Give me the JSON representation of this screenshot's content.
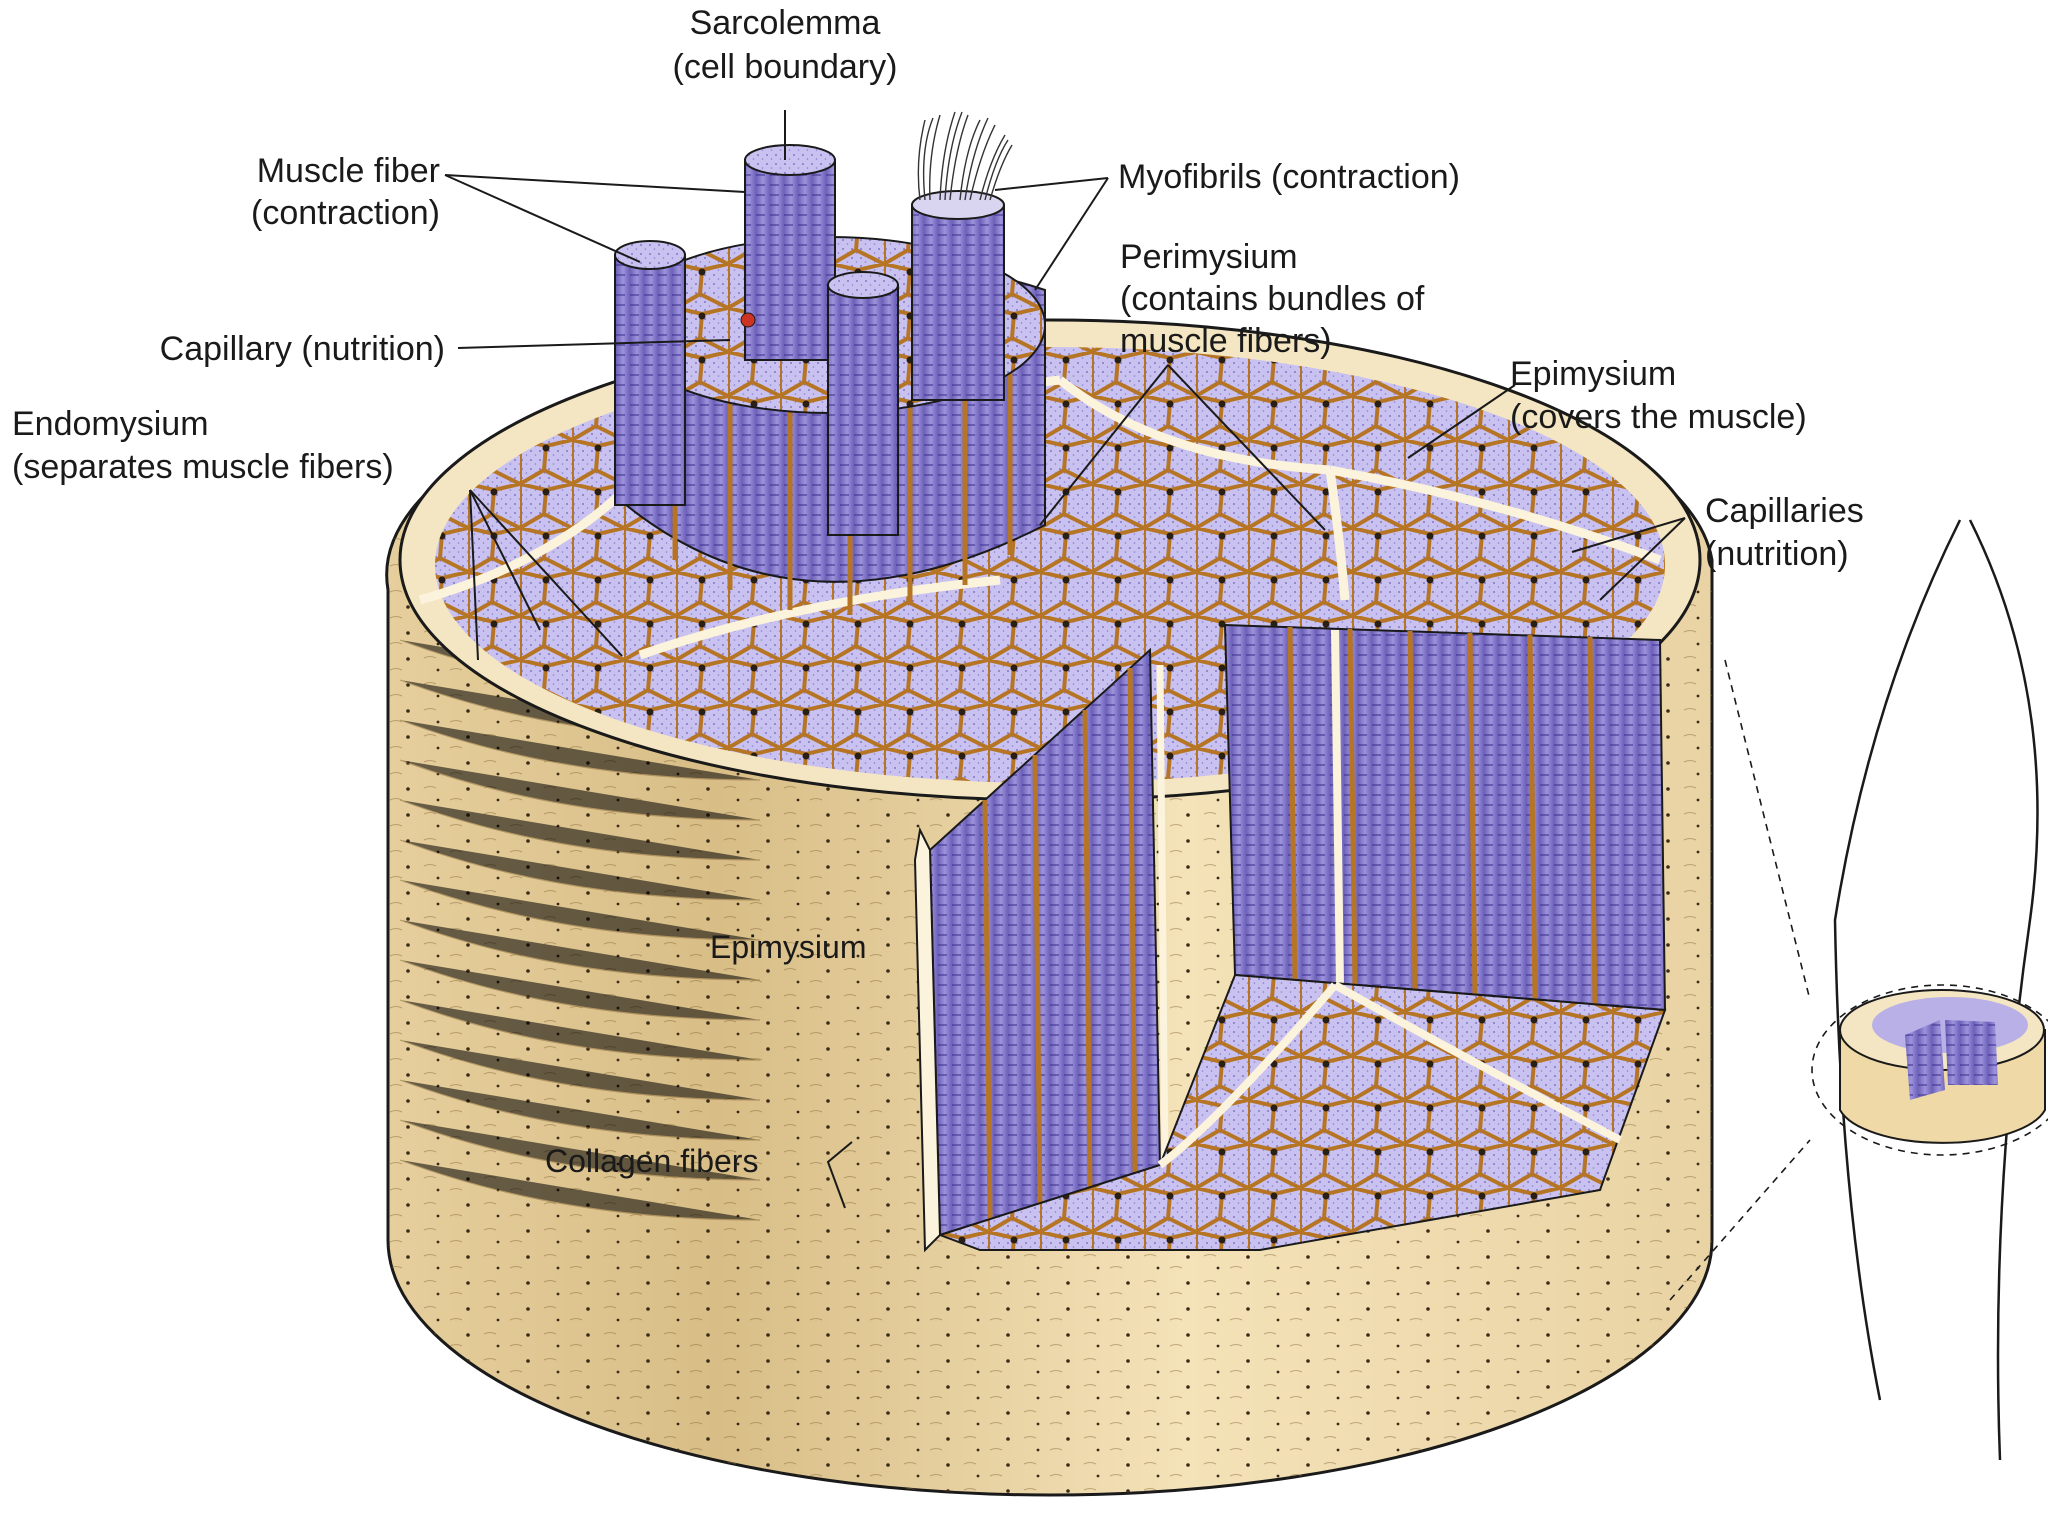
{
  "labels": {
    "sarcolemma": {
      "line1": "Sarcolemma",
      "line2": "(cell boundary)"
    },
    "muscle_fiber": {
      "line1": "Muscle fiber",
      "line2": "(contraction)"
    },
    "myofibrils": {
      "line1": "Myofibrils (contraction)"
    },
    "capillary": {
      "line1": "Capillary (nutrition)"
    },
    "perimysium": {
      "line1": "Perimysium",
      "line2": "(contains bundles of",
      "line3": "muscle fibers)"
    },
    "epimysium_top": {
      "line1": "Epimysium",
      "line2": "(covers the muscle)"
    },
    "endomysium": {
      "line1": "Endomysium",
      "line2": "(separates muscle fibers)"
    },
    "capillaries": {
      "line1": "Capillaries",
      "line2": "(nutrition)"
    },
    "epimysium_inner": {
      "line1": "Epimysium"
    },
    "collagen": {
      "line1": "Collagen fibers"
    }
  },
  "colors": {
    "tissue": "#f2dfb2",
    "tissue_shade": "#dcc391",
    "fiber": "#8b80cf",
    "fiber_light": "#bfb7eb",
    "fiber_dark": "#5a4ea8",
    "sheath": "#c7882e",
    "nucleus": "#2a1f14"
  }
}
